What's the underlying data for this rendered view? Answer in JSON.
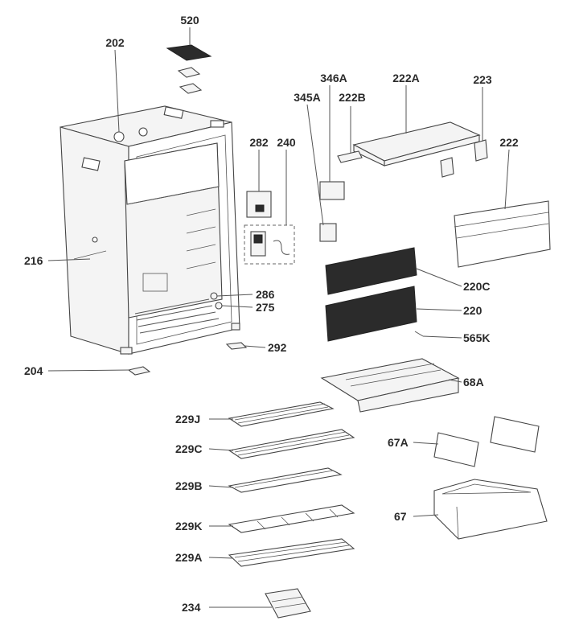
{
  "callouts": {
    "c520": "520",
    "c202": "202",
    "c346A": "346A",
    "c222A": "222A",
    "c223": "223",
    "c345A": "345A",
    "c222B": "222B",
    "c282": "282",
    "c240": "240",
    "c222": "222",
    "c216": "216",
    "c220C": "220C",
    "c286": "286",
    "c275": "275",
    "c220": "220",
    "c565K": "565K",
    "c292": "292",
    "c204": "204",
    "c68A": "68A",
    "c229J": "229J",
    "c229C": "229C",
    "c67A": "67A",
    "c229B": "229B",
    "c67": "67",
    "c229K": "229K",
    "c229A": "229A",
    "c234": "234"
  }
}
